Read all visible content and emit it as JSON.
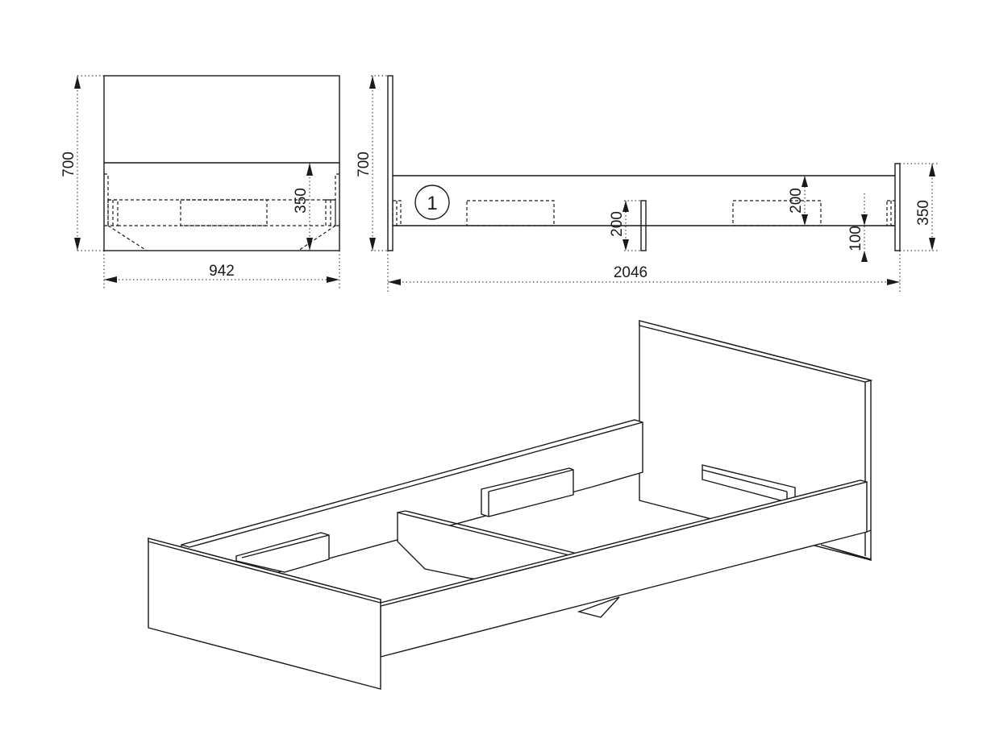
{
  "dimensions": {
    "front_height": "700",
    "frame_height_front": "350",
    "width": "942",
    "side_height": "700",
    "center_leg_height": "200",
    "rail_height": "200",
    "floor_clearance": "100",
    "footboard_height": "350",
    "length": "2046"
  },
  "callout": {
    "part_number": "1"
  }
}
